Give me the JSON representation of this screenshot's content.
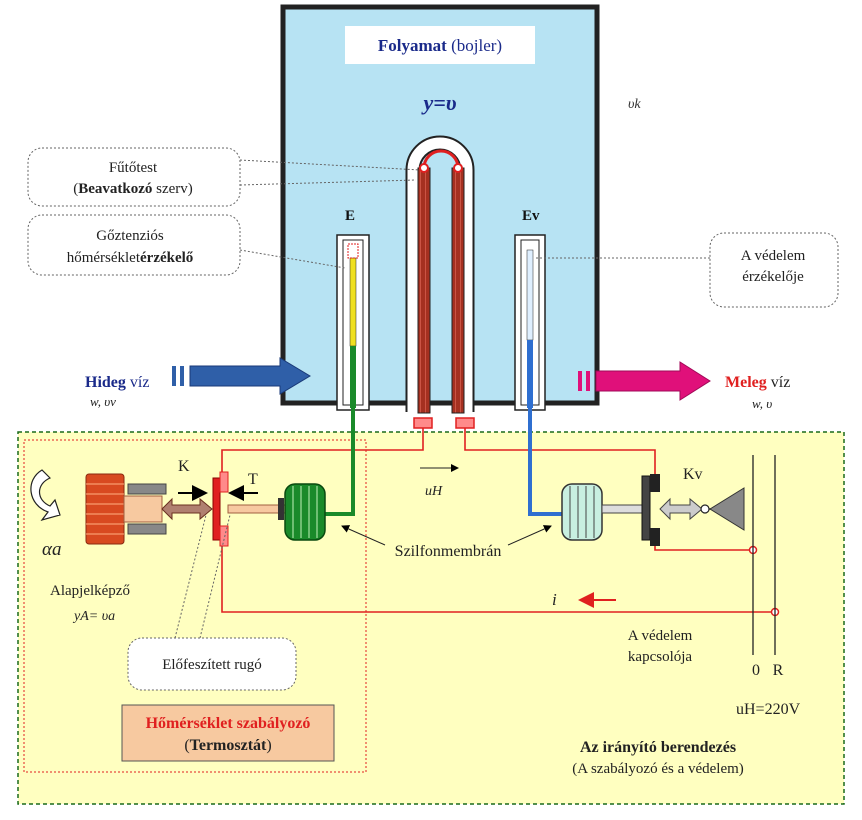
{
  "colors": {
    "tank_fill": "#b7e3f3",
    "controller_fill": "#ffffc0",
    "wire": "#e02020",
    "blue": "#2f5fa8",
    "magenta": "#e0107a",
    "green": "#1a8a2a",
    "yellow": "#f0e020",
    "heater": "#8b2a20",
    "orange_box": "#f7c9a0"
  },
  "process": {
    "title_bold": "Folyamat",
    "title_rest": " (bojler)",
    "output_label": "y=υ",
    "ambient_label": "υk"
  },
  "sensors": {
    "main_label": "E",
    "protection_label": "Ev"
  },
  "callouts": {
    "heater_line1": "Fűtőtest",
    "heater_line2_bold": "Beavatkozó",
    "heater_line2_rest": " szerv)",
    "heater_line2_open": "(",
    "sensor_line1": "Gőztenziós",
    "sensor_line2_plain": "hőmérséklet",
    "sensor_line2_bold": "érzékelő",
    "protection_line1": "A védelem",
    "protection_line2": "érzékelője",
    "spring": "Előfeszített rugó"
  },
  "flows": {
    "cold_bold": "Hideg",
    "cold_rest": " víz",
    "cold_vars": "w, υv",
    "hot_bold": "Meleg",
    "hot_rest": " víz",
    "hot_vars": "w, υ"
  },
  "controller": {
    "k_label": "K",
    "t_label": "T",
    "kv_label": "Kv",
    "alpha_label": "αa",
    "uh_label": "uH",
    "i_label": "i",
    "bellows_label": "Szilfonmembrán",
    "setpoint_title": "Alapjelképző",
    "setpoint_eq": "yA= υa",
    "switch_line1": "A védelem",
    "switch_line2": "kapcsolója",
    "zero_label": "0",
    "r_label": "R",
    "voltage": "uH=220V",
    "thermostat_line1": "Hőmérséklet szabályozó",
    "thermostat_line2": "Termosztát",
    "device_line1": "Az irányító berendezés",
    "device_line2": "(A szabályozó és a védelem)"
  }
}
